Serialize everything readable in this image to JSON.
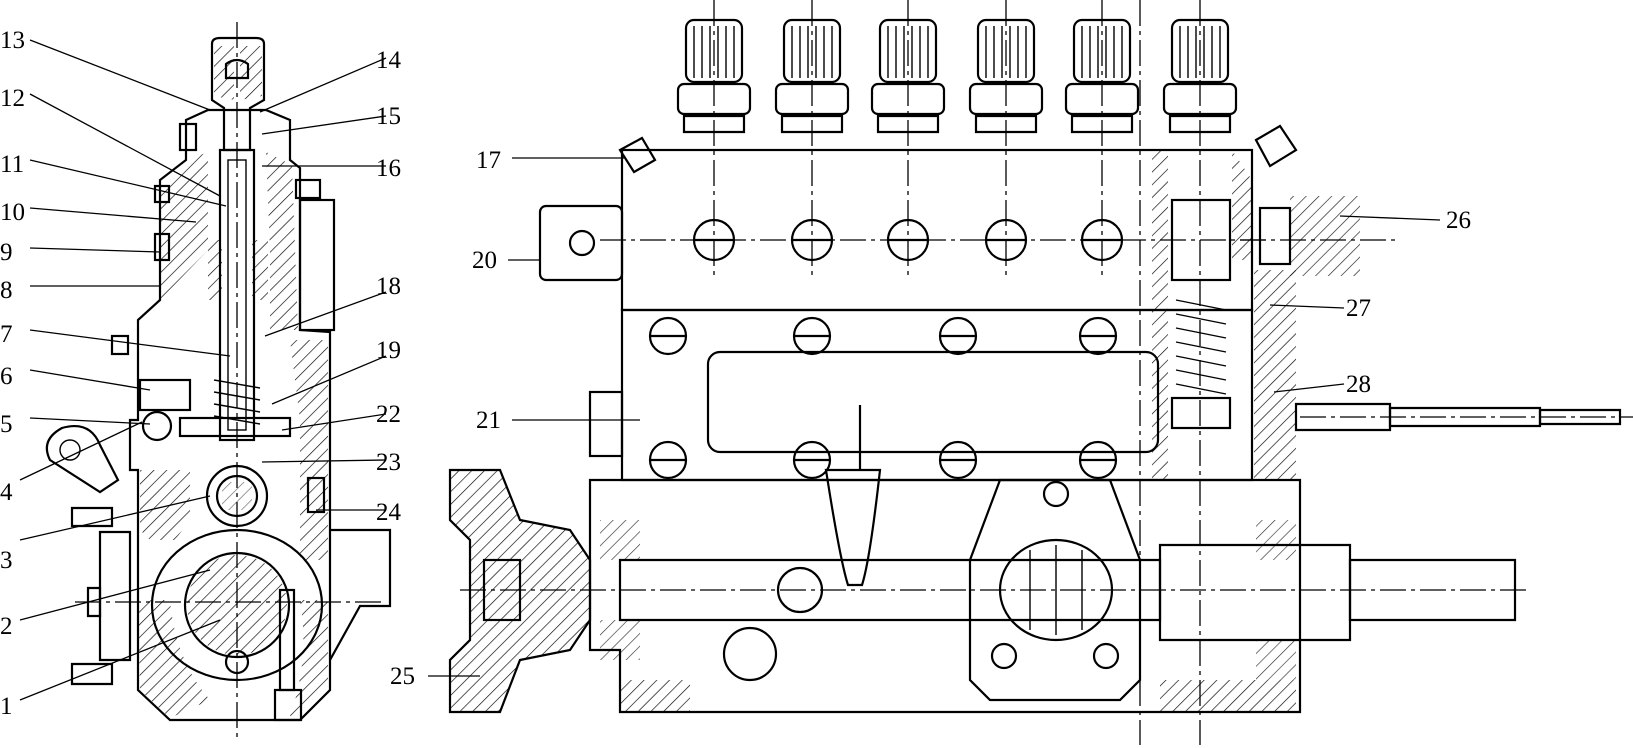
{
  "figure": {
    "callouts": [
      {
        "id": "1",
        "text": "1"
      },
      {
        "id": "2",
        "text": "2"
      },
      {
        "id": "3",
        "text": "3"
      },
      {
        "id": "4",
        "text": "4"
      },
      {
        "id": "5",
        "text": "5"
      },
      {
        "id": "6",
        "text": "6"
      },
      {
        "id": "7",
        "text": "7"
      },
      {
        "id": "8",
        "text": "8"
      },
      {
        "id": "9",
        "text": "9"
      },
      {
        "id": "10",
        "text": "10"
      },
      {
        "id": "11",
        "text": "11"
      },
      {
        "id": "12",
        "text": "12"
      },
      {
        "id": "13",
        "text": "13"
      },
      {
        "id": "14",
        "text": "14"
      },
      {
        "id": "15",
        "text": "15"
      },
      {
        "id": "16",
        "text": "16"
      },
      {
        "id": "17",
        "text": "17"
      },
      {
        "id": "18",
        "text": "18"
      },
      {
        "id": "19",
        "text": "19"
      },
      {
        "id": "20",
        "text": "20"
      },
      {
        "id": "21",
        "text": "21"
      },
      {
        "id": "22",
        "text": "22"
      },
      {
        "id": "23",
        "text": "23"
      },
      {
        "id": "24",
        "text": "24"
      },
      {
        "id": "25",
        "text": "25"
      },
      {
        "id": "26",
        "text": "26"
      },
      {
        "id": "27",
        "text": "27"
      },
      {
        "id": "28",
        "text": "28"
      }
    ]
  }
}
